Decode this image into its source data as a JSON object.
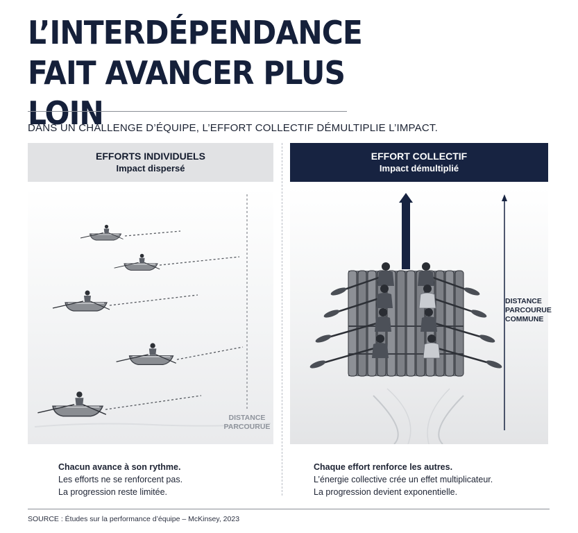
{
  "title": {
    "line1": "L’INTERDÉPENDANCE",
    "line2": "FAIT AVANCER PLUS LOIN"
  },
  "subtitle": "DANS UN CHALLENGE D’ÉQUIPE, L’EFFORT COLLECTIF DÉMULTIPLIE L’IMPACT.",
  "left": {
    "heading": "EFFORTS INDIVIDUELS",
    "subheading": "Impact dispersé",
    "distance_label": [
      "DISTANCE",
      "PARCOURUE"
    ],
    "caption_title": "Chacun avance à son rythme.",
    "caption_lines": [
      "Les efforts ne se renforcent pas.",
      "La progression reste limitée."
    ]
  },
  "right": {
    "heading": "EFFORT COLLECTIF",
    "subheading": "Impact démultiplié",
    "distance_label": [
      "DISTANCE",
      "PARCOURUE",
      "COMMUNE"
    ],
    "caption_title": "Chaque effort renforce les autres.",
    "caption_lines": [
      "L’énergie collective crée un effet multiplicateur.",
      "La progression devient exponentielle."
    ]
  },
  "source": "SOURCE : Études sur la performance d’équipe – McKinsey, 2023",
  "colors": {
    "navy": "#172341",
    "grey_panel": "#e1e2e4",
    "text": "#15203a"
  }
}
